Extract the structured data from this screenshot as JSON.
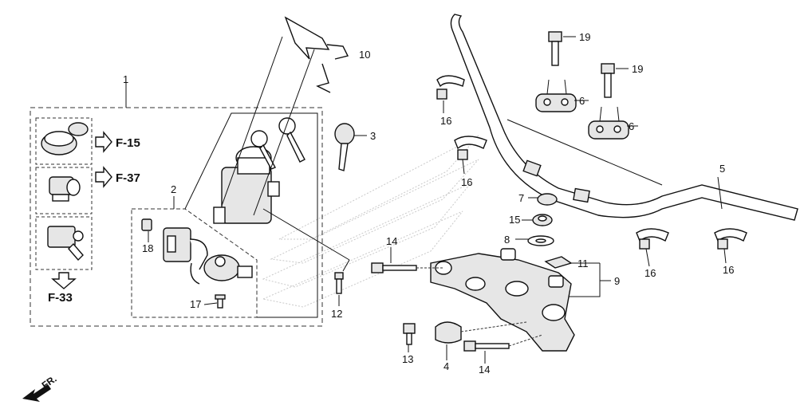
{
  "callouts": [
    {
      "id": "c1",
      "text": "1"
    },
    {
      "id": "c2",
      "text": "2"
    },
    {
      "id": "c3",
      "text": "3"
    },
    {
      "id": "c4",
      "text": "4"
    },
    {
      "id": "c5",
      "text": "5"
    },
    {
      "id": "c6a",
      "text": "6"
    },
    {
      "id": "c6b",
      "text": "6"
    },
    {
      "id": "c7",
      "text": "7"
    },
    {
      "id": "c8",
      "text": "8"
    },
    {
      "id": "c9",
      "text": "9"
    },
    {
      "id": "c10",
      "text": "10"
    },
    {
      "id": "c11",
      "text": "11"
    },
    {
      "id": "c12",
      "text": "12"
    },
    {
      "id": "c13",
      "text": "13"
    },
    {
      "id": "c14a",
      "text": "14"
    },
    {
      "id": "c14b",
      "text": "14"
    },
    {
      "id": "c15",
      "text": "15"
    },
    {
      "id": "c16a",
      "text": "16"
    },
    {
      "id": "c16b",
      "text": "16"
    },
    {
      "id": "c16c",
      "text": "16"
    },
    {
      "id": "c16d",
      "text": "16"
    },
    {
      "id": "c17",
      "text": "17"
    },
    {
      "id": "c18",
      "text": "18"
    },
    {
      "id": "c19a",
      "text": "19"
    },
    {
      "id": "c19b",
      "text": "19"
    }
  ],
  "references": {
    "f15": "F-15",
    "f37": "F-37",
    "f33": "F-33"
  },
  "direction_label": "FR."
}
